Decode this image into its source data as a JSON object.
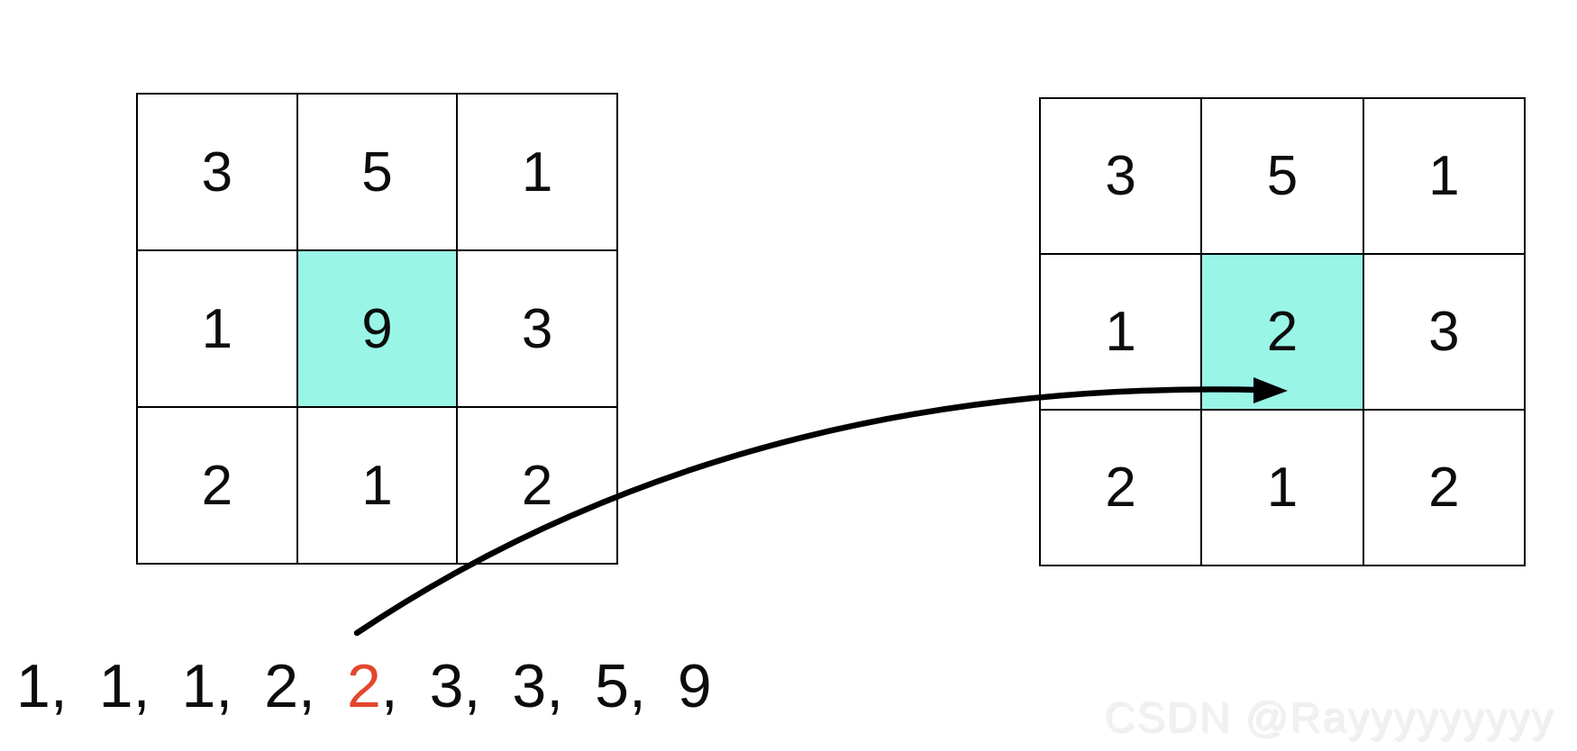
{
  "left_grid": {
    "description": "input window with noisy center pixel",
    "rows": [
      [
        "3",
        "5",
        "1"
      ],
      [
        "1",
        "9",
        "3"
      ],
      [
        "2",
        "1",
        "2"
      ]
    ],
    "highlight": {
      "row": 1,
      "col": 1,
      "value": "9"
    }
  },
  "right_grid": {
    "description": "output window after median filtering",
    "rows": [
      [
        "3",
        "5",
        "1"
      ],
      [
        "1",
        "2",
        "3"
      ],
      [
        "2",
        "1",
        "2"
      ]
    ],
    "highlight": {
      "row": 1,
      "col": 1,
      "value": "2"
    }
  },
  "sorted_sequence": {
    "numbers": [
      "1",
      "1",
      "1",
      "2",
      "2",
      "3",
      "3",
      "5",
      "9"
    ],
    "median_index": 4,
    "separator": ","
  },
  "colors": {
    "highlight_cell": "#99f5e6",
    "median_number": "#e3472e",
    "grid_line": "#000000",
    "number_text": "#0c0c0c",
    "arrow": "#000000",
    "watermark": "#f1f1f1"
  },
  "icons": {
    "arrow": "curved-arrow"
  },
  "watermark": {
    "text": "CSDN @Rayyyyyyyyy"
  }
}
